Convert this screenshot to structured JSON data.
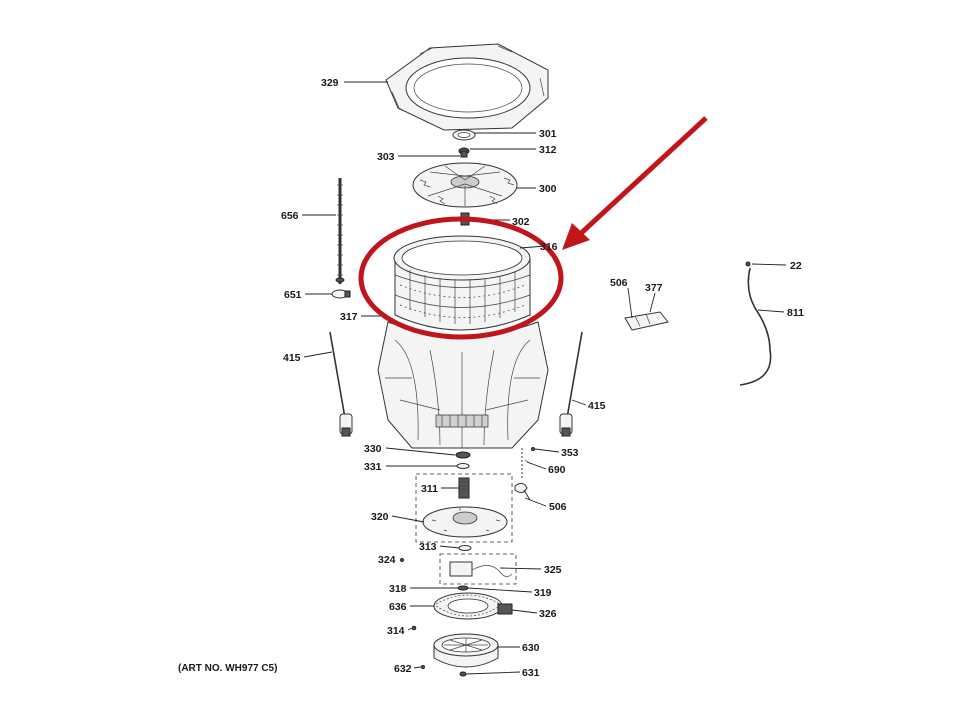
{
  "parts": [
    {
      "id": "329",
      "text": "329"
    },
    {
      "id": "301",
      "text": "301"
    },
    {
      "id": "312",
      "text": "312"
    },
    {
      "id": "303",
      "text": "303"
    },
    {
      "id": "300",
      "text": "300"
    },
    {
      "id": "656",
      "text": "656"
    },
    {
      "id": "302",
      "text": "302"
    },
    {
      "id": "316",
      "text": "316"
    },
    {
      "id": "651",
      "text": "651"
    },
    {
      "id": "317",
      "text": "317"
    },
    {
      "id": "415a",
      "text": "415"
    },
    {
      "id": "415b",
      "text": "415"
    },
    {
      "id": "506a",
      "text": "506"
    },
    {
      "id": "377",
      "text": "377"
    },
    {
      "id": "22",
      "text": "22"
    },
    {
      "id": "811",
      "text": "811"
    },
    {
      "id": "330",
      "text": "330"
    },
    {
      "id": "331",
      "text": "331"
    },
    {
      "id": "353",
      "text": "353"
    },
    {
      "id": "690",
      "text": "690"
    },
    {
      "id": "311",
      "text": "311"
    },
    {
      "id": "506b",
      "text": "506"
    },
    {
      "id": "320",
      "text": "320"
    },
    {
      "id": "313",
      "text": "313"
    },
    {
      "id": "324",
      "text": "324"
    },
    {
      "id": "325",
      "text": "325"
    },
    {
      "id": "318",
      "text": "318"
    },
    {
      "id": "319",
      "text": "319"
    },
    {
      "id": "636",
      "text": "636"
    },
    {
      "id": "326",
      "text": "326"
    },
    {
      "id": "314",
      "text": "314"
    },
    {
      "id": "630",
      "text": "630"
    },
    {
      "id": "632",
      "text": "632"
    },
    {
      "id": "631",
      "text": "631"
    }
  ],
  "art_number": "(ART NO. WH977 C5)",
  "highlight_color": "#c0151b"
}
